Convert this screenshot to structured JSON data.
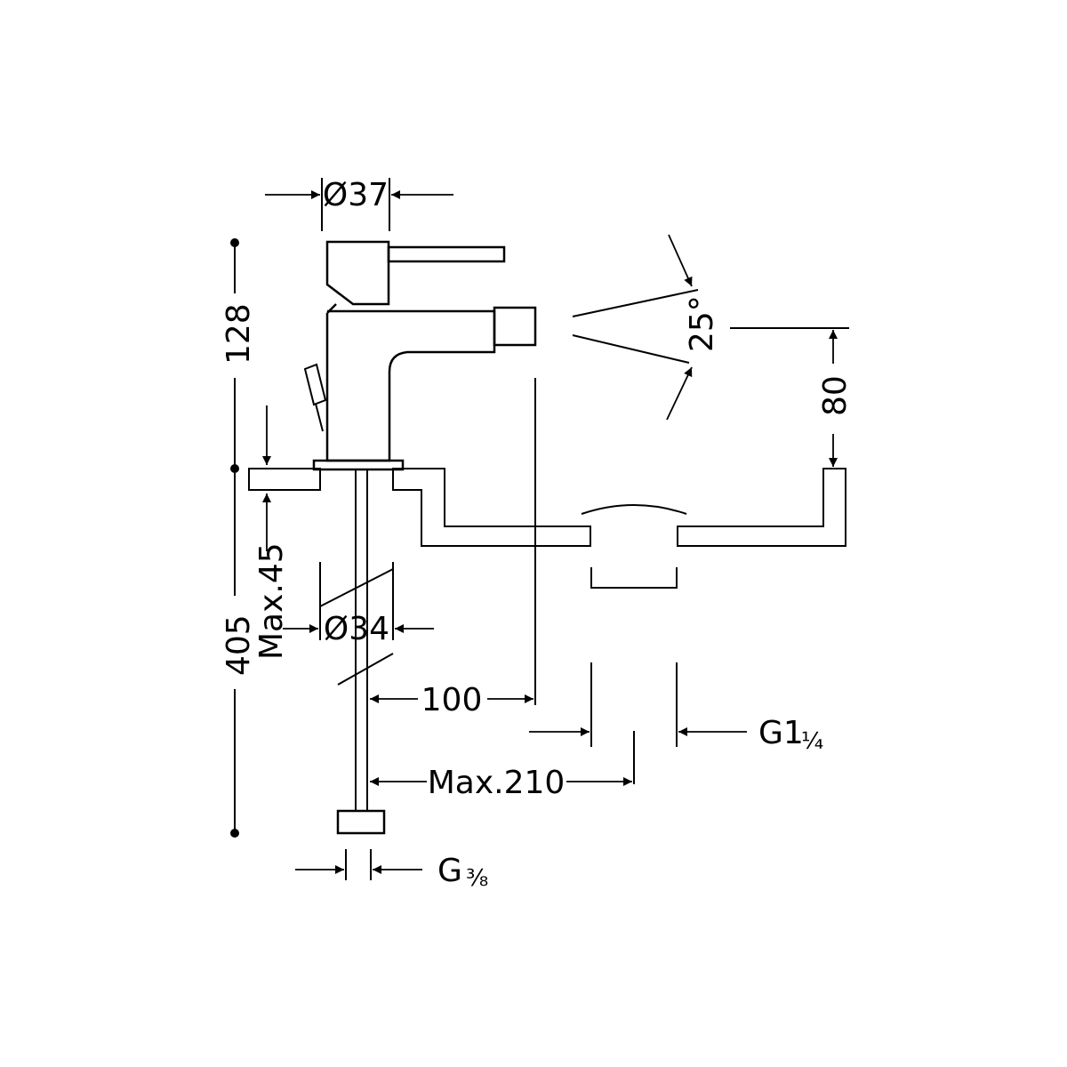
{
  "diagram": {
    "dimensions": {
      "body_diameter": "Ø37",
      "handle_height": "128",
      "total_height": "405",
      "max_deck_thickness": "Max.45",
      "hole_diameter": "Ø34",
      "spout_reach": "100",
      "max_to_drain": "Max.210",
      "spray_angle": "25°",
      "spout_height": "80",
      "drain_thread_main": "G1",
      "drain_thread_frac": "¼",
      "inlet_thread_main": "G",
      "inlet_thread_frac": "⅜"
    },
    "colors": {
      "ink": "#000000",
      "background": "#ffffff"
    }
  }
}
